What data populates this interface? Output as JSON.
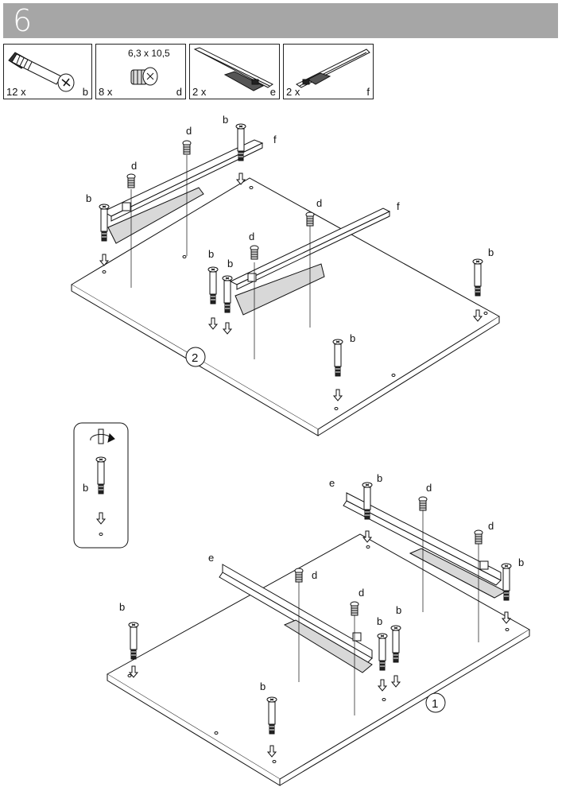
{
  "header": {
    "step_number": "6",
    "bg_color": "#a6a6a6"
  },
  "parts": [
    {
      "qty": "12 x",
      "code": "b",
      "icon": "cam-bolt-icon"
    },
    {
      "qty": "8 x",
      "code": "d",
      "dimension": "6,3 x 10,5",
      "icon": "euro-screw-icon"
    },
    {
      "qty": "2 x",
      "code": "e",
      "icon": "drawer-runner-left-icon"
    },
    {
      "qty": "2 x",
      "code": "f",
      "icon": "drawer-runner-right-icon"
    }
  ],
  "diagram_top": {
    "panel_number": "2",
    "labels": {
      "b": "b",
      "d": "d",
      "f": "f"
    }
  },
  "detail": {
    "label": "b"
  },
  "diagram_bottom": {
    "panel_number": "1",
    "labels": {
      "b": "b",
      "d": "d",
      "e": "e"
    }
  }
}
